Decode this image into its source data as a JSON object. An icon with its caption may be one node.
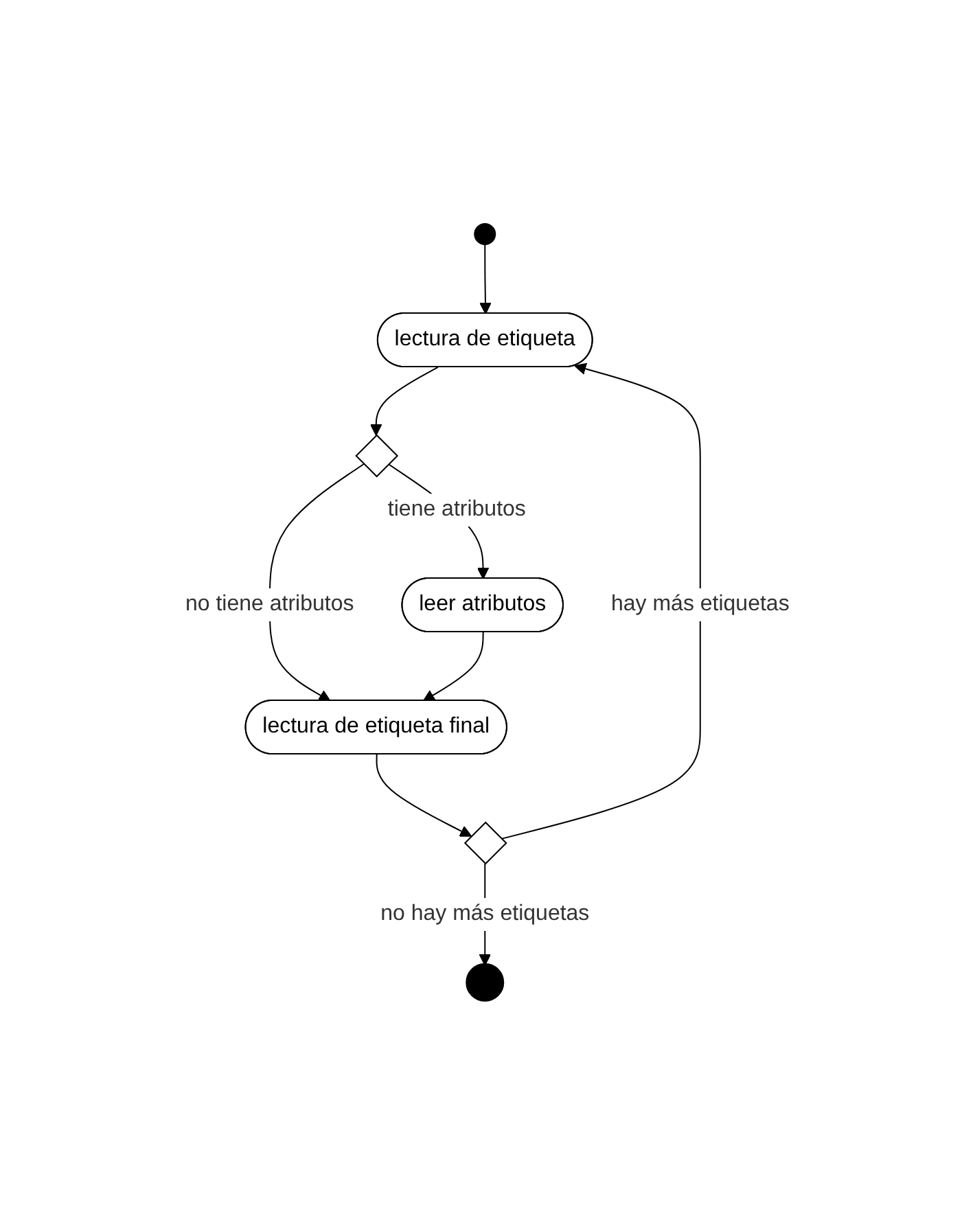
{
  "diagram": {
    "nodes": [
      {
        "text": [],
        "shape": "circle"
      },
      {
        "text": [
          "lectura de etiqueta"
        ]
      },
      {
        "text": [],
        "shape": "diamond"
      },
      {
        "text": [
          "leer atributos"
        ]
      },
      {
        "text": [
          "lectura de etiqueta final"
        ]
      },
      {
        "text": [],
        "shape": "diamond"
      },
      {
        "text": [],
        "shape": "circle"
      }
    ],
    "edges": [
      {
        "from": 0,
        "to": 1,
        "arrow": "to"
      },
      {
        "from": 1,
        "to": 2,
        "arrow": "to"
      },
      {
        "from": 2,
        "to": 3,
        "arrow": "to",
        "label": "tiene atributos"
      },
      {
        "from": 2,
        "to": 4,
        "arrow": "to",
        "label": "no tiene atributos"
      },
      {
        "from": 3,
        "to": 4,
        "arrow": "to"
      },
      {
        "from": 4,
        "to": 5,
        "arrow": "to"
      },
      {
        "from": 5,
        "to": 1,
        "arrow": "to",
        "label": "hay más etiquetas"
      },
      {
        "from": 5,
        "to": 6,
        "arrow": "to",
        "label": "no hay más etiquetas"
      }
    ]
  }
}
